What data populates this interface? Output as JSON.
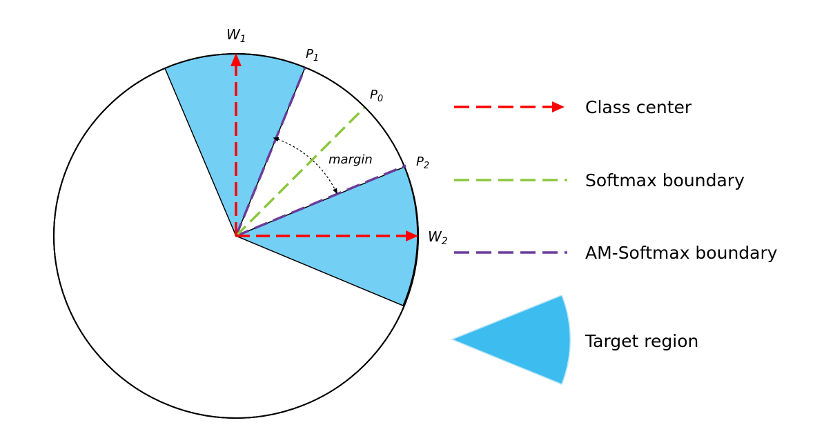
{
  "vectors": {
    "w1": {
      "base": "W",
      "sub": "1"
    },
    "w2": {
      "base": "W",
      "sub": "2"
    }
  },
  "boundaries": {
    "p0": {
      "base": "P",
      "sub": "0"
    },
    "p1": {
      "base": "P",
      "sub": "1"
    },
    "p2": {
      "base": "P",
      "sub": "2"
    }
  },
  "margin_label": "margin",
  "legend": {
    "class_center": "Class center",
    "softmax_boundary": "Softmax boundary",
    "am_softmax_boundary": "AM-Softmax boundary",
    "target_region": "Target region"
  },
  "colors": {
    "class_center": "#ff0000",
    "softmax_boundary": "#8cc63f",
    "am_softmax_boundary": "#6a3d9a",
    "target_region_fill": "#74cff5",
    "target_region_legend": "#3cbcef",
    "circle_stroke": "#000000"
  }
}
